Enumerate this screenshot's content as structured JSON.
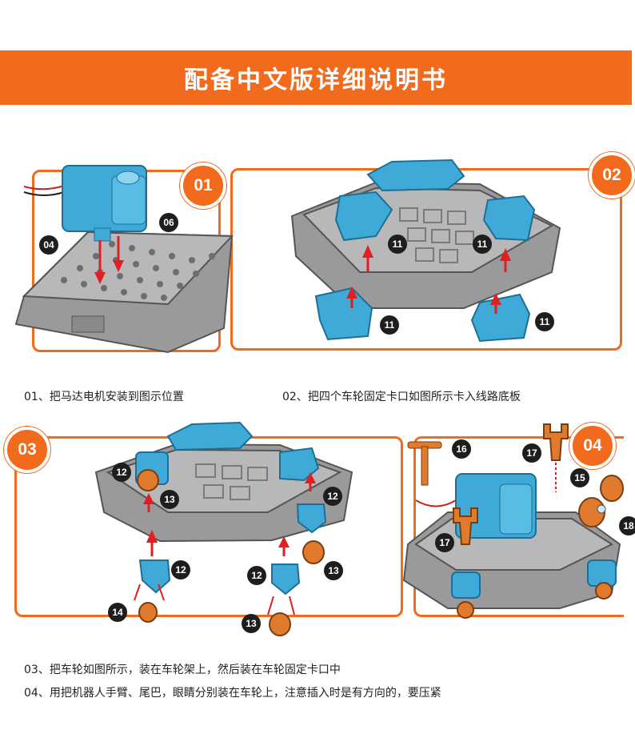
{
  "header": {
    "title": "配备中文版详细说明书"
  },
  "steps": [
    {
      "badge": "01",
      "caption": "01、把马达电机安装到图示位置"
    },
    {
      "badge": "02",
      "caption": "02、把四个车轮固定卡口如图所示卡入线路底板"
    },
    {
      "badge": "03",
      "caption": "03、把车轮如图所示，装在车轮架上，然后装在车轮固定卡口中"
    },
    {
      "badge": "04",
      "caption": "04、用把机器人手臂、尾巴，眼睛分别装在车轮上，注意插入时是有方向的，要压紧"
    }
  ],
  "part_labels": {
    "p04": "04",
    "p06": "06",
    "p11": "11",
    "p12": "12",
    "p13": "13",
    "p14": "14",
    "p15": "15",
    "p16": "16",
    "p17": "17",
    "p18": "18"
  },
  "colors": {
    "accent": "#f26a1b",
    "board": "#a9a9ab",
    "motor": "#3fa9d8",
    "wheel": "#e07a2c",
    "label": "#1e1e1e",
    "arrow": "#e02020"
  }
}
